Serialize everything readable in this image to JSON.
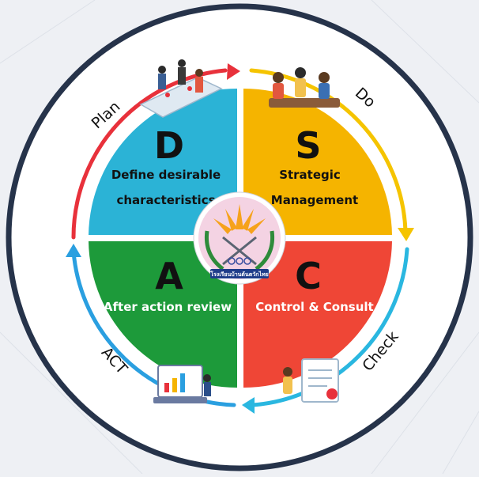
{
  "quadrants": {
    "d": {
      "letter": "D",
      "line1": "Define desirable",
      "line2": "characteristics",
      "color": "#2bb3d6"
    },
    "s": {
      "letter": "S",
      "line1": "Strategic",
      "line2": "Management",
      "color": "#f5b400"
    },
    "a": {
      "letter": "A",
      "line1": "After action review",
      "color": "#1d9a3a"
    },
    "c": {
      "letter": "C",
      "line1": "Control & Consult",
      "color": "#ef4636"
    }
  },
  "cycle": {
    "plan": "Plan",
    "do": "Do",
    "check": "Check",
    "act": "ACT"
  },
  "seal": {
    "text": "โรงเรียนบ้านต้นตวักไทย"
  },
  "colors": {
    "ring": "#26334a",
    "arrow_red": "#e8313b",
    "arrow_yellow": "#f5c400",
    "arrow_cyan": "#2ab7e0",
    "arrow_blue": "#2a9fe0"
  }
}
